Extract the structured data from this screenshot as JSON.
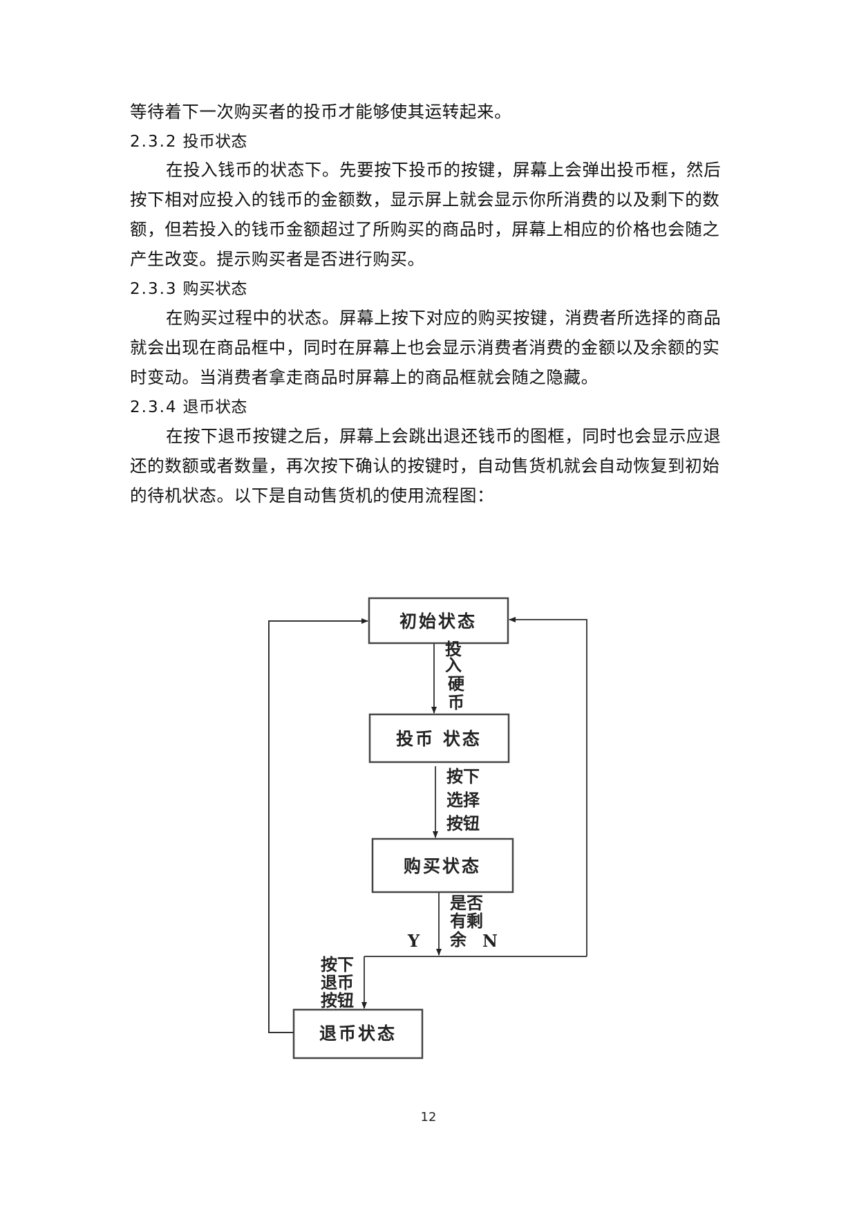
{
  "document": {
    "lines": [
      {
        "text": "等待着下一次购买者的投币才能够使其运转起来。",
        "type": "body",
        "indent": false
      },
      {
        "num": "2.3.2",
        "title": "投币状态",
        "type": "heading"
      },
      {
        "text": "在投入钱币的状态下。先要按下投币的按键，屏幕上会弹出投币框，然后",
        "type": "body",
        "indent": true
      },
      {
        "text": "按下相对应投入的钱币的金额数，显示屏上就会显示你所消费的以及剩下的数",
        "type": "body",
        "indent": false
      },
      {
        "text": "额，但若投入的钱币金额超过了所购买的商品时，屏幕上相应的价格也会随之",
        "type": "body",
        "indent": false
      },
      {
        "text": "产生改变。提示购买者是否进行购买。",
        "type": "body",
        "indent": false
      },
      {
        "num": "2.3.3",
        "title": "购买状态",
        "type": "heading"
      },
      {
        "text": "在购买过程中的状态。屏幕上按下对应的购买按键，消费者所选择的商品",
        "type": "body",
        "indent": true
      },
      {
        "text": "就会出现在商品框中，同时在屏幕上也会显示消费者消费的金额以及余额的实",
        "type": "body",
        "indent": false
      },
      {
        "text": "时变动。当消费者拿走商品时屏幕上的商品框就会随之隐藏。",
        "type": "body",
        "indent": false
      },
      {
        "num": "2.3.4",
        "title": "退币状态",
        "type": "heading"
      },
      {
        "text": "在按下退币按键之后，屏幕上会跳出退还钱币的图框，同时也会显示应退",
        "type": "body",
        "indent": true
      },
      {
        "text": "还的数额或者数量，再次按下确认的按键时，自动售货机就会自动恢复到初始",
        "type": "body",
        "indent": false
      },
      {
        "text": "的待机状态。以下是自动售货机的使用流程图：",
        "type": "body",
        "indent": false
      }
    ],
    "page_number": "12"
  },
  "flowchart": {
    "nodes": {
      "initial": "初始状态",
      "coin_in": "投币 状态",
      "purchase": "购买状态",
      "refund": "退币状态"
    },
    "edges": {
      "insert_coin": [
        "投",
        "入",
        "硬",
        "币"
      ],
      "press_select": [
        "按下",
        "选择",
        "按钮"
      ],
      "has_remaining": [
        "是否",
        "有剩",
        "余"
      ],
      "yes": "Y",
      "no": "N",
      "press_refund": [
        "按下",
        "退币",
        "按钮"
      ]
    }
  }
}
